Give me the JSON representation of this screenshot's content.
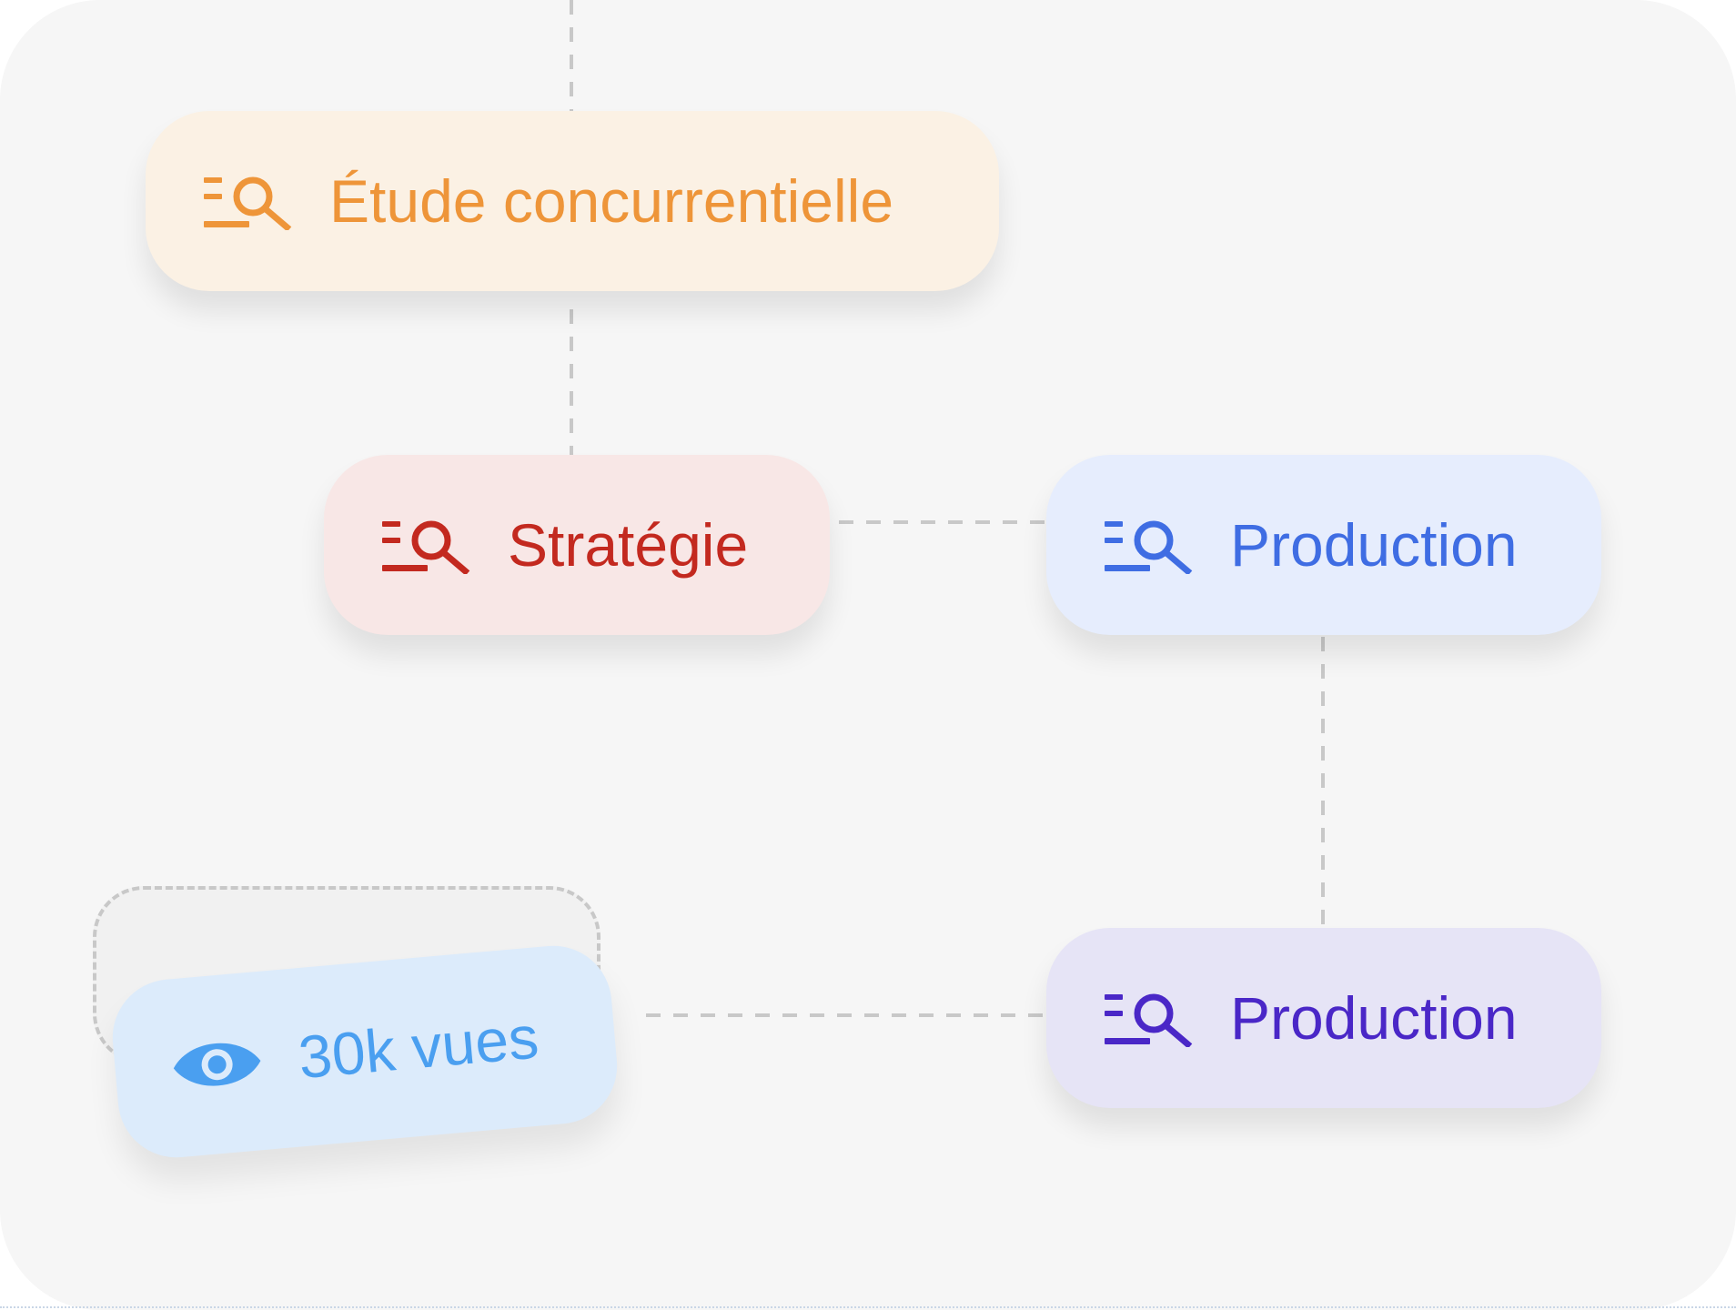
{
  "nodes": {
    "etude": {
      "label": "Étude concurrentielle",
      "icon": "list-search-icon",
      "color": "#ee9539",
      "background": "#fbf1e4"
    },
    "strategie": {
      "label": "Stratégie",
      "icon": "list-search-icon",
      "color": "#c3291f",
      "background": "#f8e7e6"
    },
    "production_blue": {
      "label": "Production",
      "icon": "list-search-icon",
      "color": "#3f6de3",
      "background": "#e6edfd"
    },
    "production_purple": {
      "label": "Production",
      "icon": "list-search-icon",
      "color": "#4a27c7",
      "background": "#e6e4f6"
    }
  },
  "views_badge": {
    "label": "30k vues",
    "icon": "eye-icon",
    "color": "#4a9ff0",
    "background": "#dcebfb"
  },
  "connector_color": "#c8c8c8",
  "canvas_background": "#f6f6f6"
}
